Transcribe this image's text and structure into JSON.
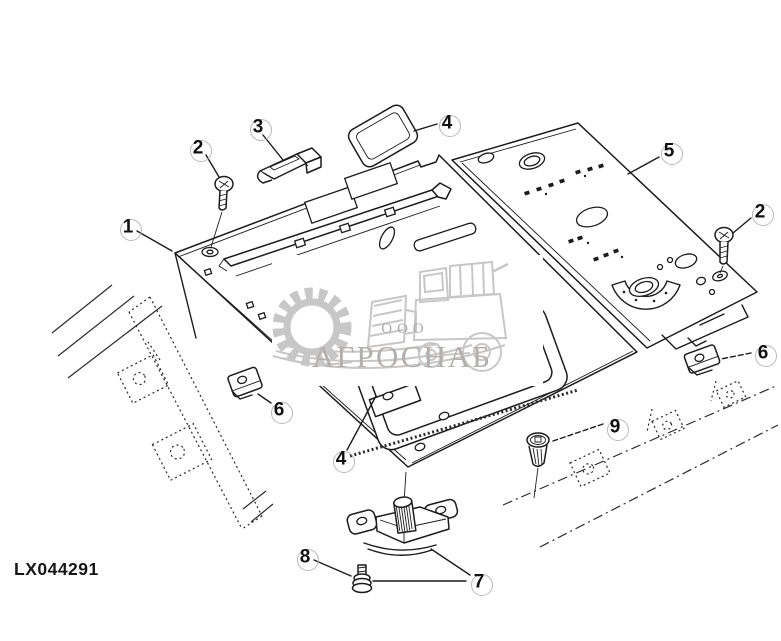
{
  "diagram": {
    "code": "LX044291",
    "callouts": [
      {
        "label": "1"
      },
      {
        "label": "2"
      },
      {
        "label": "3"
      },
      {
        "label": "4"
      },
      {
        "label": "5"
      },
      {
        "label": "2"
      },
      {
        "label": "6"
      },
      {
        "label": "4"
      },
      {
        "label": "6"
      },
      {
        "label": "9"
      },
      {
        "label": "8"
      },
      {
        "label": "7"
      }
    ]
  },
  "watermark": {
    "org_prefix": "ООО",
    "org_name": "АГРОСНАБ"
  },
  "colors": {
    "line": "#1c1c1c",
    "watermark_gray": "#c7c7c7",
    "watermark_text": "#b3afac",
    "callout_ring": "#b8b8b8",
    "background": "#ffffff"
  }
}
